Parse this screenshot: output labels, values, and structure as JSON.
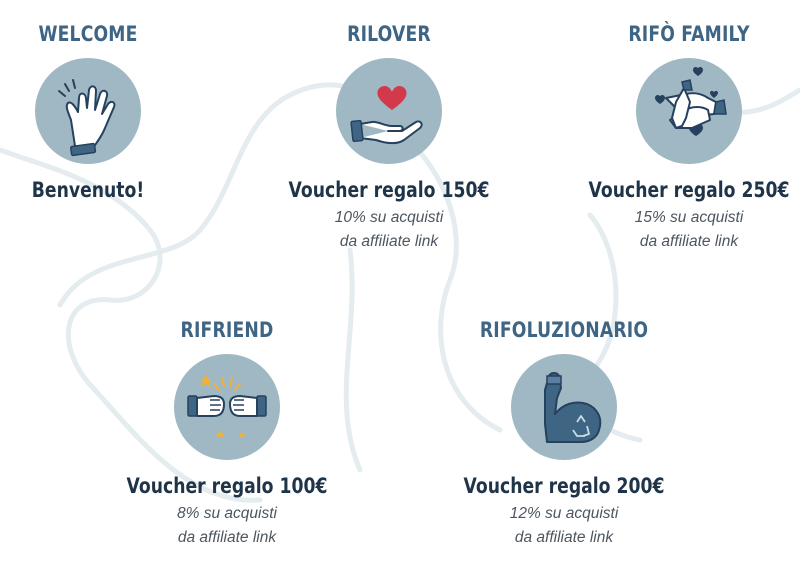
{
  "colors": {
    "title": "#3f6585",
    "reward": "#1f3448",
    "badge": "#9fb8c3",
    "text": "#4c5660",
    "path": "#e3ebee",
    "heart_red": "#d2394a",
    "heart_navy": "#26415e"
  },
  "tiers": [
    {
      "title": "WELCOME",
      "icon": "waving-hand-icon",
      "reward": "Benvenuto!"
    },
    {
      "title": "RILOVER",
      "icon": "heart-in-hand-icon",
      "reward": "Voucher regalo 150€",
      "perk_line1": "10% su acquisti",
      "perk_line2": "da affiliate link"
    },
    {
      "title": "RIFÒ FAMILY",
      "icon": "stacked-hands-hearts-icon",
      "reward": "Voucher regalo 250€",
      "perk_line1": "15% su acquisti",
      "perk_line2": "da affiliate link"
    },
    {
      "title": "RIFRIEND",
      "icon": "fist-bump-icon",
      "reward": "Voucher regalo 100€",
      "perk_line1": "8% su acquisti",
      "perk_line2": "da affiliate link"
    },
    {
      "title": "RIFOLUZIONARIO",
      "icon": "flexed-arm-recycle-icon",
      "reward": "Voucher regalo 200€",
      "perk_line1": "12% su acquisti",
      "perk_line2": "da affiliate link"
    }
  ]
}
